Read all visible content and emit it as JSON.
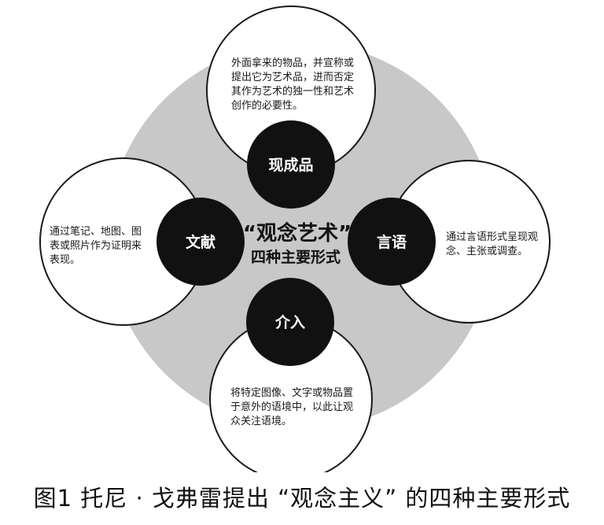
{
  "center": {
    "title": "“观念艺术”",
    "subtitle": "四种主要形式"
  },
  "nodes": {
    "top": {
      "label": "现成品",
      "lines": [
        "外面拿来的物品，并宣称或",
        "提出它为艺术品，进而否定",
        "其作为艺术的独一性和艺术",
        "创作的必要性。"
      ]
    },
    "left": {
      "label": "文献",
      "lines": [
        "通过笔记、地图、图",
        "表或照片作为证明来",
        "表现。"
      ]
    },
    "right": {
      "label": "言语",
      "lines": [
        "通过言语形式呈现观",
        "念、主张或调查。"
      ]
    },
    "bottom": {
      "label": "介入",
      "lines": [
        "将特定图像、文字或物品置",
        "于意外的语境中，以此让观",
        "众关注语境。"
      ]
    }
  },
  "caption": "图1 托尼 · 戈弗雷提出 “观念主义” 的四种主要形式",
  "colors": {
    "background_disc": "#c8c8c8",
    "label_circle": "#111111",
    "outer_circle": "#ffffff"
  }
}
